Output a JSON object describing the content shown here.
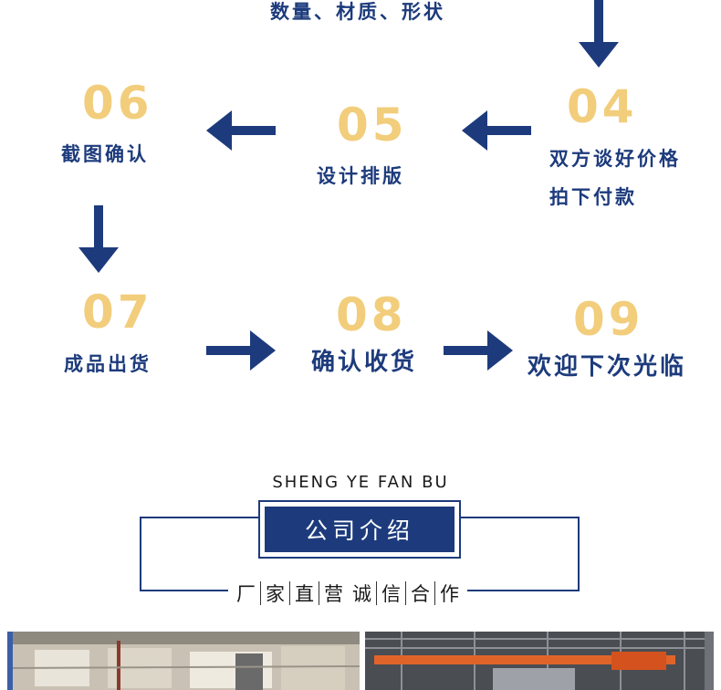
{
  "top_text": "数量、材质、形状",
  "steps": [
    {
      "num": "06",
      "label": "截图确认"
    },
    {
      "num": "05",
      "label": "设计排版"
    },
    {
      "num": "04",
      "label": "双方谈好价格",
      "label2": "拍下付款"
    },
    {
      "num": "07",
      "label": "成品出货"
    },
    {
      "num": "08",
      "label": "确认收货"
    },
    {
      "num": "09",
      "label": "欢迎下次光临"
    }
  ],
  "section": {
    "en": "SHENG YE FAN BU",
    "title": "公司介绍",
    "tagline": [
      "厂",
      "家",
      "直",
      "营",
      "诚",
      "信",
      "合",
      "作"
    ]
  },
  "colors": {
    "navy": "#1d3b7c",
    "gold": "#f2cd7b"
  }
}
